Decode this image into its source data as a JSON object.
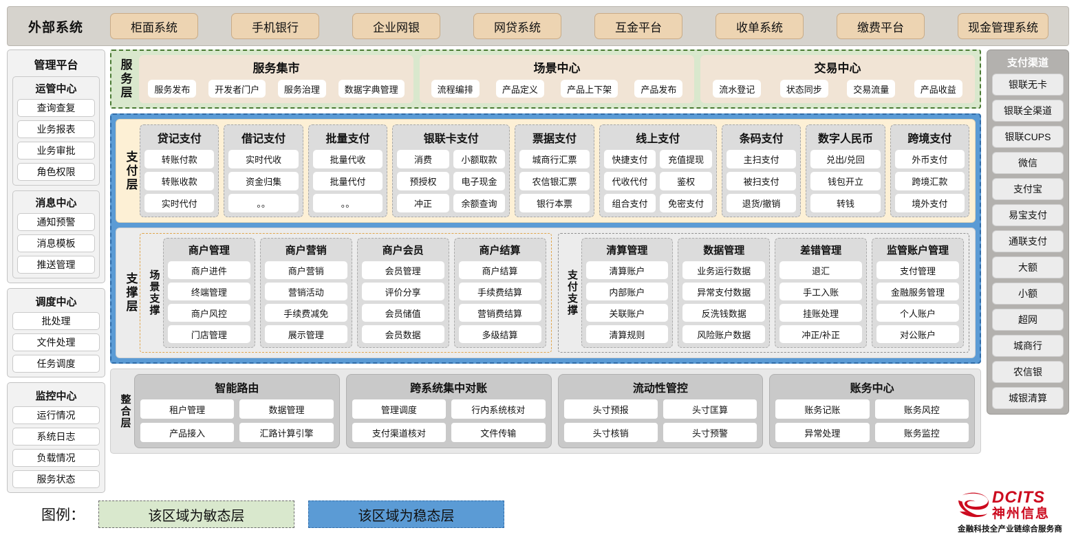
{
  "external": {
    "title": "外部系统",
    "items": [
      "柜面系统",
      "手机银行",
      "企业网银",
      "网贷系统",
      "互金平台",
      "收单系统",
      "缴费平台",
      "现金管理系统"
    ]
  },
  "management": {
    "title": "管理平台",
    "groups": [
      {
        "title": "运管中心",
        "items": [
          "查询查复",
          "业务报表",
          "业务审批",
          "角色权限"
        ]
      },
      {
        "title": "消息中心",
        "items": [
          "通知预警",
          "消息模板",
          "推送管理"
        ]
      }
    ],
    "standalone": [
      {
        "title": "调度中心",
        "items": [
          "批处理",
          "文件处理",
          "任务调度"
        ]
      },
      {
        "title": "监控中心",
        "items": [
          "运行情况",
          "系统日志",
          "负载情况",
          "服务状态"
        ]
      }
    ]
  },
  "channels": {
    "title": "支付渠道",
    "items": [
      "银联无卡",
      "银联全渠道",
      "银联CUPS",
      "微信",
      "支付宝",
      "易宝支付",
      "通联支付",
      "大额",
      "小额",
      "超网",
      "城商行",
      "农信银",
      "城银清算"
    ]
  },
  "service_layer": {
    "label": "服务层",
    "cards": [
      {
        "title": "服务集市",
        "items": [
          "服务发布",
          "开发者门户",
          "服务治理",
          "数据字典管理"
        ]
      },
      {
        "title": "场景中心",
        "items": [
          "流程编排",
          "产品定义",
          "产品上下架",
          "产品发布"
        ]
      },
      {
        "title": "交易中心",
        "items": [
          "流水登记",
          "状态同步",
          "交易流量",
          "产品收益"
        ]
      }
    ]
  },
  "payment_layer": {
    "label": "支付层",
    "groups": [
      {
        "title": "贷记支付",
        "cols": 1,
        "rows": [
          [
            "转账付款"
          ],
          [
            "转账收款"
          ],
          [
            "实时代付"
          ]
        ]
      },
      {
        "title": "借记支付",
        "cols": 1,
        "rows": [
          [
            "实时代收"
          ],
          [
            "资金归集"
          ],
          [
            "。。"
          ]
        ]
      },
      {
        "title": "批量支付",
        "cols": 1,
        "rows": [
          [
            "批量代收"
          ],
          [
            "批量代付"
          ],
          [
            "。。"
          ]
        ]
      },
      {
        "title": "银联卡支付",
        "cols": 2,
        "rows": [
          [
            "消费",
            "小额取款"
          ],
          [
            "预授权",
            "电子现金"
          ],
          [
            "冲正",
            "余额查询"
          ]
        ]
      },
      {
        "title": "票据支付",
        "cols": 1,
        "rows": [
          [
            "城商行汇票"
          ],
          [
            "农信银汇票"
          ],
          [
            "银行本票"
          ]
        ]
      },
      {
        "title": "线上支付",
        "cols": 2,
        "rows": [
          [
            "快捷支付",
            "充值提现"
          ],
          [
            "代收代付",
            "鉴权"
          ],
          [
            "组合支付",
            "免密支付"
          ]
        ]
      },
      {
        "title": "条码支付",
        "cols": 1,
        "rows": [
          [
            "主扫支付"
          ],
          [
            "被扫支付"
          ],
          [
            "退货/撤销"
          ]
        ]
      },
      {
        "title": "数字人民币",
        "cols": 1,
        "rows": [
          [
            "兑出/兑回"
          ],
          [
            "钱包开立"
          ],
          [
            "转钱"
          ]
        ]
      },
      {
        "title": "跨境支付",
        "cols": 1,
        "rows": [
          [
            "外币支付"
          ],
          [
            "跨境汇款"
          ],
          [
            "境外支付"
          ]
        ]
      }
    ]
  },
  "support_layer": {
    "label": "支撑层",
    "halves": [
      {
        "label": "场景支撑",
        "groups": [
          {
            "title": "商户管理",
            "items": [
              "商户进件",
              "终端管理",
              "商户风控",
              "门店管理"
            ]
          },
          {
            "title": "商户营销",
            "items": [
              "商户营销",
              "营销活动",
              "手续费减免",
              "展示管理"
            ]
          },
          {
            "title": "商户会员",
            "items": [
              "会员管理",
              "评价分享",
              "会员储值",
              "会员数据"
            ]
          },
          {
            "title": "商户结算",
            "items": [
              "商户结算",
              "手续费结算",
              "营销费结算",
              "多级结算"
            ]
          }
        ]
      },
      {
        "label": "支付支撑",
        "groups": [
          {
            "title": "清算管理",
            "items": [
              "清算账户",
              "内部账户",
              "关联账户",
              "清算规则"
            ]
          },
          {
            "title": "数据管理",
            "items": [
              "业务运行数据",
              "异常支付数据",
              "反洗钱数据",
              "风险账户数据"
            ]
          },
          {
            "title": "差错管理",
            "items": [
              "退汇",
              "手工入账",
              "挂账处理",
              "冲正/补正"
            ]
          },
          {
            "title": "监管账户管理",
            "items": [
              "支付管理",
              "金融服务管理",
              "个人账户",
              "对公账户"
            ]
          }
        ]
      }
    ]
  },
  "integration_layer": {
    "label": "整合层",
    "cards": [
      {
        "title": "智能路由",
        "rows": [
          [
            "租户管理",
            "数据管理"
          ],
          [
            "产品接入",
            "汇路计算引擎"
          ]
        ]
      },
      {
        "title": "跨系统集中对账",
        "rows": [
          [
            "管理调度",
            "行内系统核对"
          ],
          [
            "支付渠道核对",
            "文件传输"
          ]
        ]
      },
      {
        "title": "流动性管控",
        "rows": [
          [
            "头寸预报",
            "头寸匡算"
          ],
          [
            "头寸核销",
            "头寸预警"
          ]
        ]
      },
      {
        "title": "账务中心",
        "rows": [
          [
            "账务记账",
            "账务风控"
          ],
          [
            "异常处理",
            "账务监控"
          ]
        ]
      }
    ]
  },
  "legend": {
    "label": "图例：",
    "agile": "该区域为敏态层",
    "stable": "该区域为稳态层",
    "agile_color": "#d9e8cd",
    "stable_color": "#5b9bd5"
  },
  "logo": {
    "en": "DCITS",
    "cn": "神州信息",
    "tagline": "金融科技全产业链综合服务商",
    "brand_color": "#cc0a1e"
  }
}
